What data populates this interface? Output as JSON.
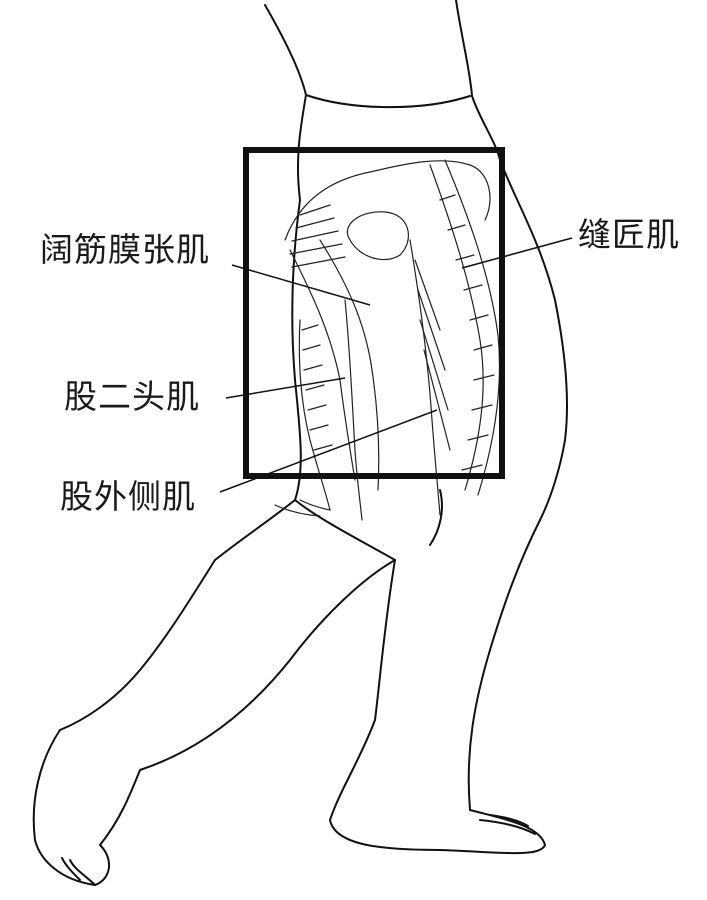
{
  "labels": {
    "tensor_fasciae_latae": "阔筋膜张肌",
    "sartorius": "缝匠肌",
    "biceps_femoris": "股二头肌",
    "vastus_lateralis": "股外侧肌"
  }
}
